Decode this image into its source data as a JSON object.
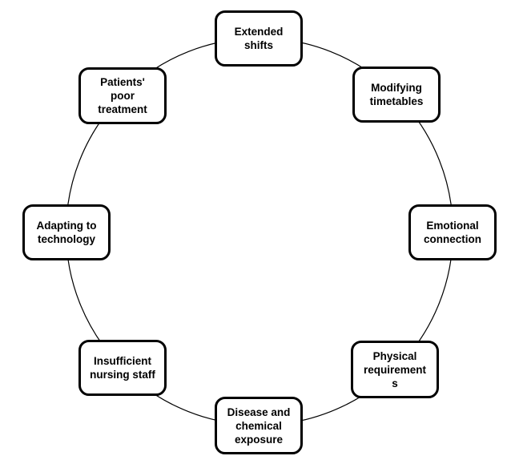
{
  "diagram": {
    "type": "cycle",
    "title": "",
    "colors": {
      "box_border": "#000000",
      "box_fill": "#ffffff",
      "text": "#000000",
      "circle_line": "#000000",
      "background": "#ffffff"
    },
    "items": [
      {
        "label": "Extended\nshifts",
        "position": "top"
      },
      {
        "label": "Modifying\ntimetables",
        "position": "top-right"
      },
      {
        "label": "Emotional\nconnection",
        "position": "right"
      },
      {
        "label": "Physical\nrequirement\ns",
        "position": "bottom-right"
      },
      {
        "label": "Disease and\nchemical\nexposure",
        "position": "bottom"
      },
      {
        "label": "Insufficient\nnursing staff",
        "position": "bottom-left"
      },
      {
        "label": "Adapting to\ntechnology",
        "position": "left"
      },
      {
        "label": "Patients'\npoor\ntreatment",
        "position": "top-left"
      }
    ]
  }
}
